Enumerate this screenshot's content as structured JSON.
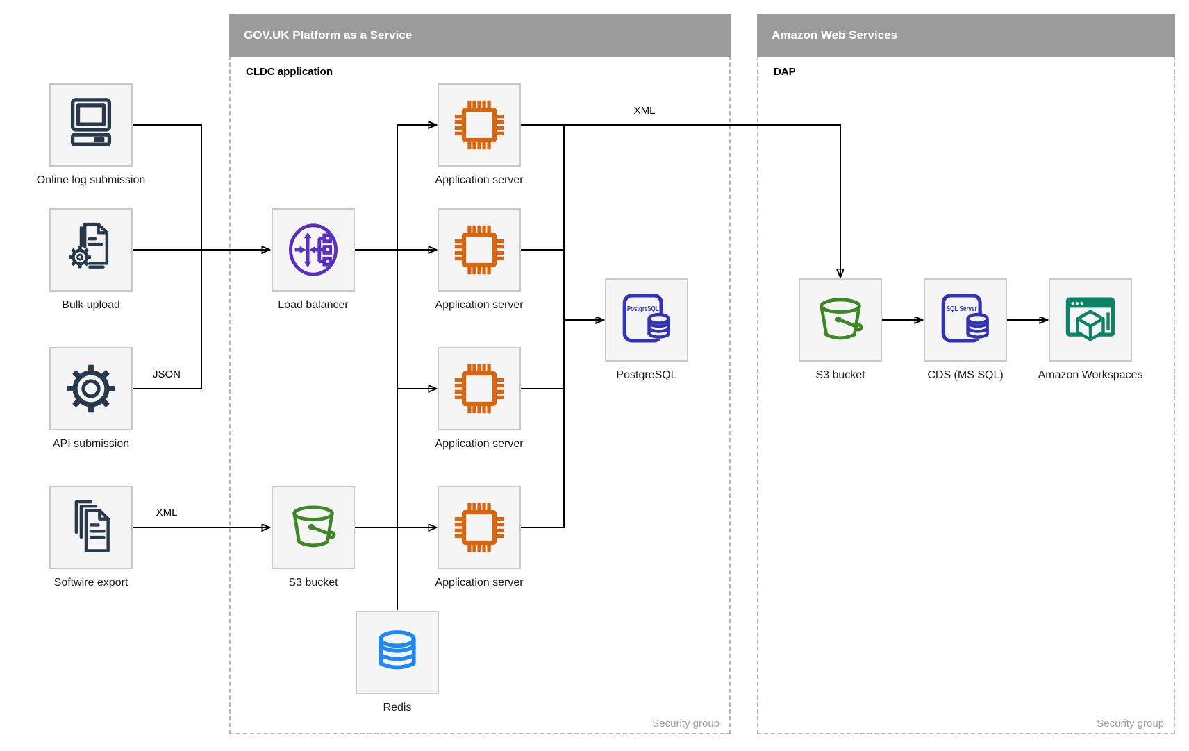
{
  "colors": {
    "header-gray": "#9B9B9B",
    "navy": "#27394B",
    "orange": "#D9650F",
    "purple": "#5A2EC0",
    "green": "#3F8624",
    "indigo": "#3333B3",
    "blue": "#1E88F5",
    "teal": "#0C8266",
    "box-bg": "#F5F5F5",
    "box-border": "#C9C9C9",
    "dash-border": "#B5B5B5",
    "label": "#1A1A1A",
    "security-gray": "#9E9E9E",
    "edge": "#000000"
  },
  "containers": {
    "govuk": {
      "title": "GOV.UK Platform as a Service",
      "sublabel": "CLDC application",
      "footer": "Security group"
    },
    "aws": {
      "title": "Amazon Web Services",
      "sublabel": "DAP",
      "footer": "Security group"
    }
  },
  "nodes": {
    "online_log": {
      "label": "Online log submission",
      "icon": "computer-icon"
    },
    "bulk_upload": {
      "label": "Bulk upload",
      "icon": "document-gear-icon"
    },
    "api_submission": {
      "label": "API submission",
      "icon": "gear-icon"
    },
    "softwire_export": {
      "label": "Softwire export",
      "icon": "documents-icon"
    },
    "load_balancer": {
      "label": "Load balancer",
      "icon": "load-balancer-icon"
    },
    "s3_gov": {
      "label": "S3 bucket",
      "icon": "bucket-icon"
    },
    "app_server_1": {
      "label": "Application server",
      "icon": "chip-icon"
    },
    "app_server_2": {
      "label": "Application server",
      "icon": "chip-icon"
    },
    "app_server_3": {
      "label": "Application server",
      "icon": "chip-icon"
    },
    "app_server_4": {
      "label": "Application server",
      "icon": "chip-icon"
    },
    "postgresql": {
      "label": "PostgreSQL",
      "icon_text": "PostgreSQL",
      "icon": "postgresql-icon"
    },
    "redis": {
      "label": "Redis",
      "icon": "database-cylinder-icon"
    },
    "s3_aws": {
      "label": "S3 bucket",
      "icon": "bucket-icon"
    },
    "cds": {
      "label": "CDS (MS SQL)",
      "icon_text": "SQL Server",
      "icon": "sql-server-icon"
    },
    "workspaces": {
      "label": "Amazon Workspaces",
      "icon": "workspaces-icon"
    }
  },
  "edge_labels": {
    "json_api": "JSON",
    "xml_softwire": "XML",
    "xml_app_to_s3": "XML"
  }
}
